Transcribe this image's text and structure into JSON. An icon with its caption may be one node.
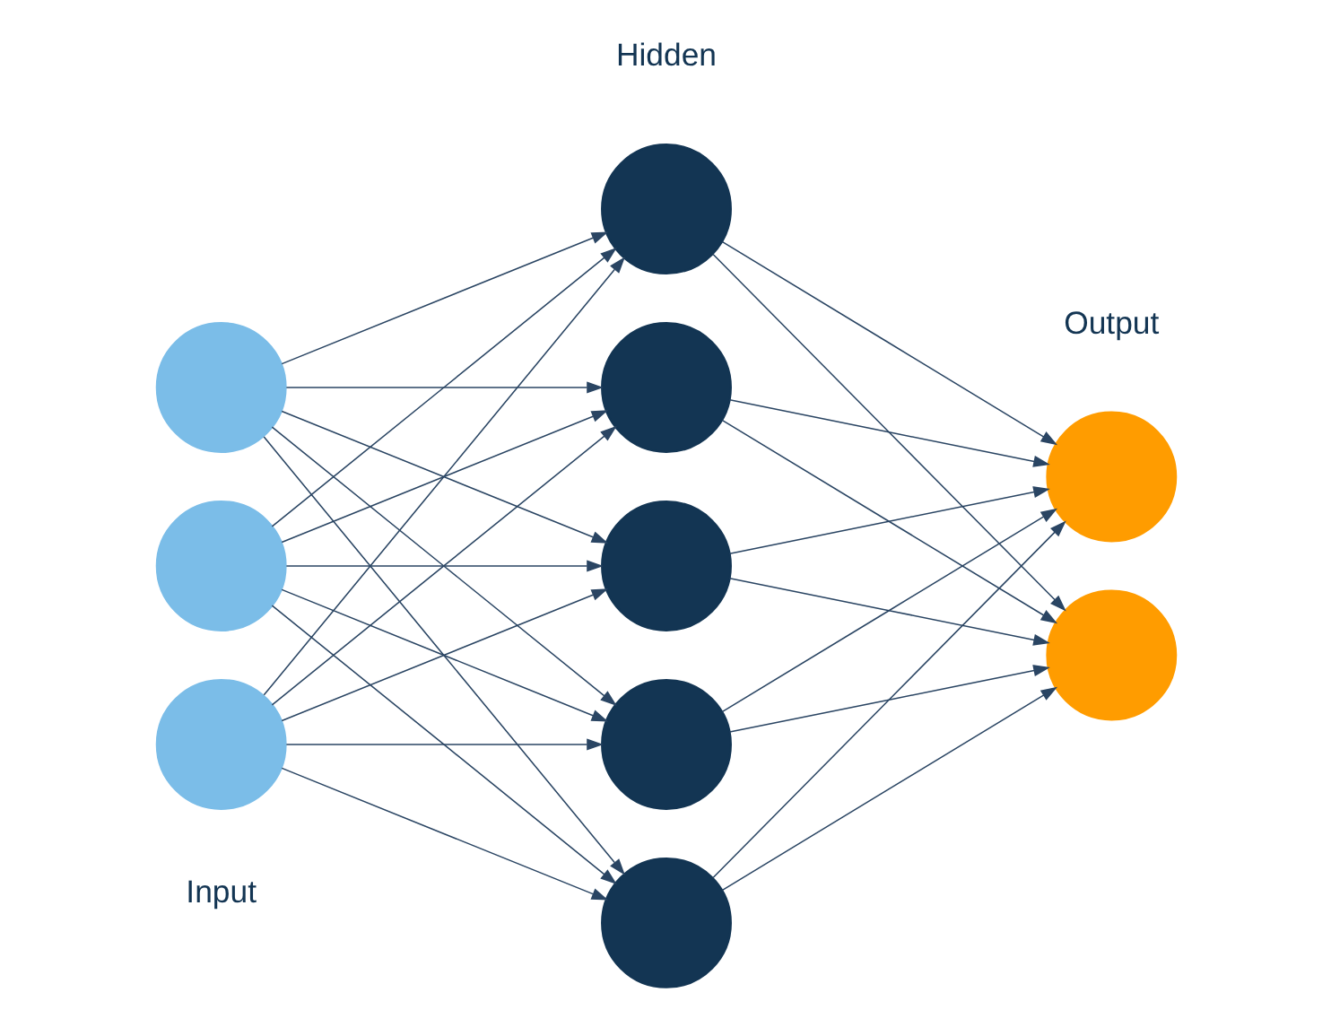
{
  "diagram": {
    "nodes": [
      {
        "text": [],
        "shape": "circle"
      },
      {
        "text": [],
        "shape": "circle"
      },
      {
        "text": [],
        "shape": "circle"
      },
      {
        "text": [],
        "shape": "circle"
      },
      {
        "text": [],
        "shape": "circle"
      },
      {
        "text": [],
        "shape": "circle"
      },
      {
        "text": [],
        "shape": "circle"
      },
      {
        "text": [],
        "shape": "circle"
      },
      {
        "text": [],
        "shape": "circle"
      },
      {
        "text": [],
        "shape": "circle"
      }
    ],
    "edges": [
      {
        "from": 0,
        "to": 3,
        "arrow": "to"
      },
      {
        "from": 0,
        "to": 4,
        "arrow": "to"
      },
      {
        "from": 0,
        "to": 5,
        "arrow": "to"
      },
      {
        "from": 0,
        "to": 6,
        "arrow": "to"
      },
      {
        "from": 0,
        "to": 7,
        "arrow": "to"
      },
      {
        "from": 1,
        "to": 3,
        "arrow": "to"
      },
      {
        "from": 1,
        "to": 4,
        "arrow": "to"
      },
      {
        "from": 1,
        "to": 5,
        "arrow": "to"
      },
      {
        "from": 1,
        "to": 6,
        "arrow": "to"
      },
      {
        "from": 1,
        "to": 7,
        "arrow": "to"
      },
      {
        "from": 2,
        "to": 3,
        "arrow": "to"
      },
      {
        "from": 2,
        "to": 4,
        "arrow": "to"
      },
      {
        "from": 2,
        "to": 5,
        "arrow": "to"
      },
      {
        "from": 2,
        "to": 6,
        "arrow": "to"
      },
      {
        "from": 2,
        "to": 7,
        "arrow": "to"
      },
      {
        "from": 3,
        "to": 8,
        "arrow": "to"
      },
      {
        "from": 3,
        "to": 9,
        "arrow": "to"
      },
      {
        "from": 4,
        "to": 8,
        "arrow": "to"
      },
      {
        "from": 4,
        "to": 9,
        "arrow": "to"
      },
      {
        "from": 5,
        "to": 8,
        "arrow": "to"
      },
      {
        "from": 5,
        "to": 9,
        "arrow": "to"
      },
      {
        "from": 6,
        "to": 8,
        "arrow": "to"
      },
      {
        "from": 6,
        "to": 9,
        "arrow": "to"
      },
      {
        "from": 7,
        "to": 8,
        "arrow": "to"
      },
      {
        "from": 7,
        "to": 9,
        "arrow": "to"
      }
    ],
    "labels": [
      "Hidden",
      "Input",
      "Output"
    ]
  }
}
